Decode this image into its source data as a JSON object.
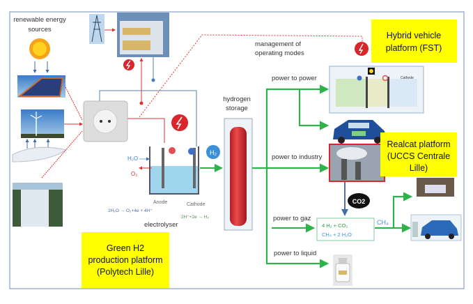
{
  "labels": {
    "renewable_line1": "renewable energy",
    "renewable_line2": "sources",
    "management_line1": "management of",
    "management_line2": "operating modes",
    "hydrogen_line1": "hydrogen",
    "hydrogen_line2": "storage",
    "power_to_power": "power to power",
    "power_to_industry": "power to industry",
    "power_to_gaz": "power to gaz",
    "power_to_liquid": "power to liquid",
    "electrolyser": "electrolyser",
    "anode": "Anode",
    "cathode": "Cathode",
    "anode_eq": "2H₂O → O₂+4e + 4H⁺",
    "cathode_eq": "2H⁺+2e → H₂",
    "h2o": "H₂O",
    "o2": "O₂",
    "h2_badge": "H₂",
    "co2": "CO2",
    "gaz_eq1": "4 H₂ + CO₂",
    "gaz_eq2": "CH₄ + 2 H₂O",
    "ch4": "CH₄",
    "fuelcell_cathode": "Cathode"
  },
  "platforms": {
    "hybrid_line1": "Hybrid vehicle",
    "hybrid_line2": "platform (FST)",
    "realcat_line1": "Realcat platform",
    "realcat_line2": "(UCCS Centrale",
    "realcat_line3": "Lille)",
    "green_line1": "Green H2",
    "green_line2": "production platform",
    "green_line3": "(Polytech Lille)"
  },
  "colors": {
    "platform_yellow": "#ffff00",
    "flow_green": "#2db34a",
    "electric_red": "#e0302f",
    "control_blue": "#3f7fc0"
  }
}
